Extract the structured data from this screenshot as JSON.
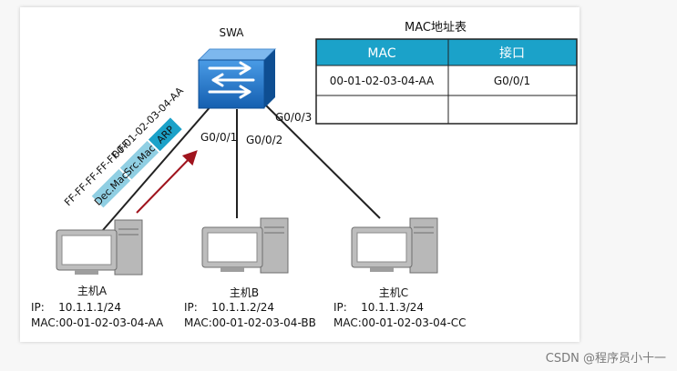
{
  "switch": {
    "name": "SWA"
  },
  "ports": {
    "p1": "G0/0/1",
    "p2": "G0/0/2",
    "p3": "G0/0/3"
  },
  "frame": {
    "fields": [
      "Dec.Mac",
      "Src.Mac",
      "ARP"
    ],
    "dest_mac": "FF-FF-FF-FF-FF-FF",
    "src_mac": "00-01-02-03-04-AA"
  },
  "mac_table": {
    "title": "MAC地址表",
    "headers": [
      "MAC",
      "接口"
    ],
    "rows": [
      [
        "00-01-02-03-04-AA",
        "G0/0/1"
      ],
      [
        "",
        ""
      ]
    ]
  },
  "hosts": [
    {
      "name": "主机A",
      "ip": "IP:    10.1.1.1/24",
      "mac": "MAC:00-01-02-03-04-AA"
    },
    {
      "name": "主机B",
      "ip": "IP:    10.1.1.2/24",
      "mac": "MAC:00-01-02-03-04-BB"
    },
    {
      "name": "主机C",
      "ip": "IP:    10.1.1.3/24",
      "mac": "MAC:00-01-02-03-04-CC"
    }
  ],
  "watermark": "CSDN @程序员小十一",
  "colors": {
    "switch": "#1f72c7",
    "table_header": "#1ba2c9",
    "field": "#90cfe3",
    "arrow": "#a0141e"
  }
}
